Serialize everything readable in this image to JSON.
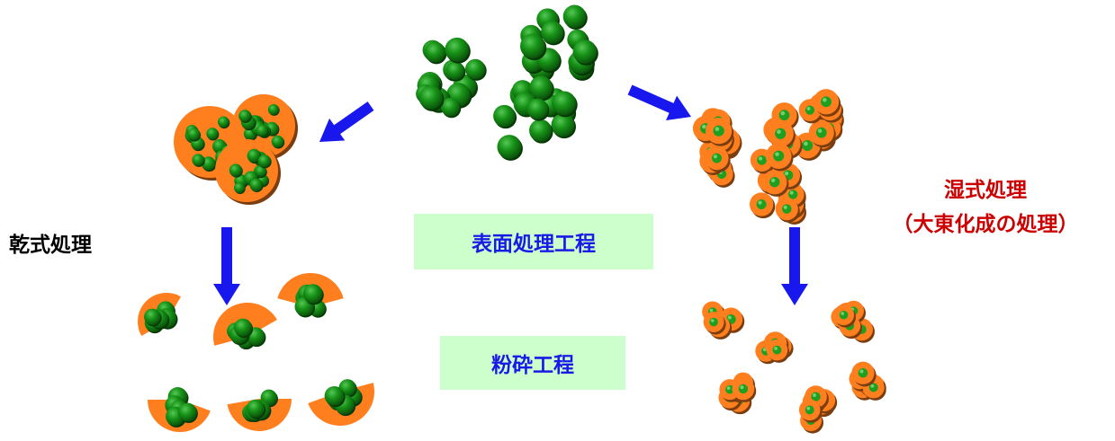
{
  "labels": {
    "dry": "乾式処理",
    "wet_line1": "湿式処理",
    "wet_line2": "（大東化成の処理）",
    "surface_process": "表面処理工程",
    "crush_process": "粉砕工程"
  },
  "colors": {
    "particle": "#138a13",
    "coating": "#ff7f1f",
    "arrow": "#1818ee",
    "process_text": "#1a1ae6",
    "wet_text": "#cc0000",
    "dry_text": "#000000",
    "box_bg": "#ccffcc"
  },
  "icons": [
    "arrow-down-left-icon",
    "arrow-down-right-icon",
    "arrow-down-icon"
  ]
}
